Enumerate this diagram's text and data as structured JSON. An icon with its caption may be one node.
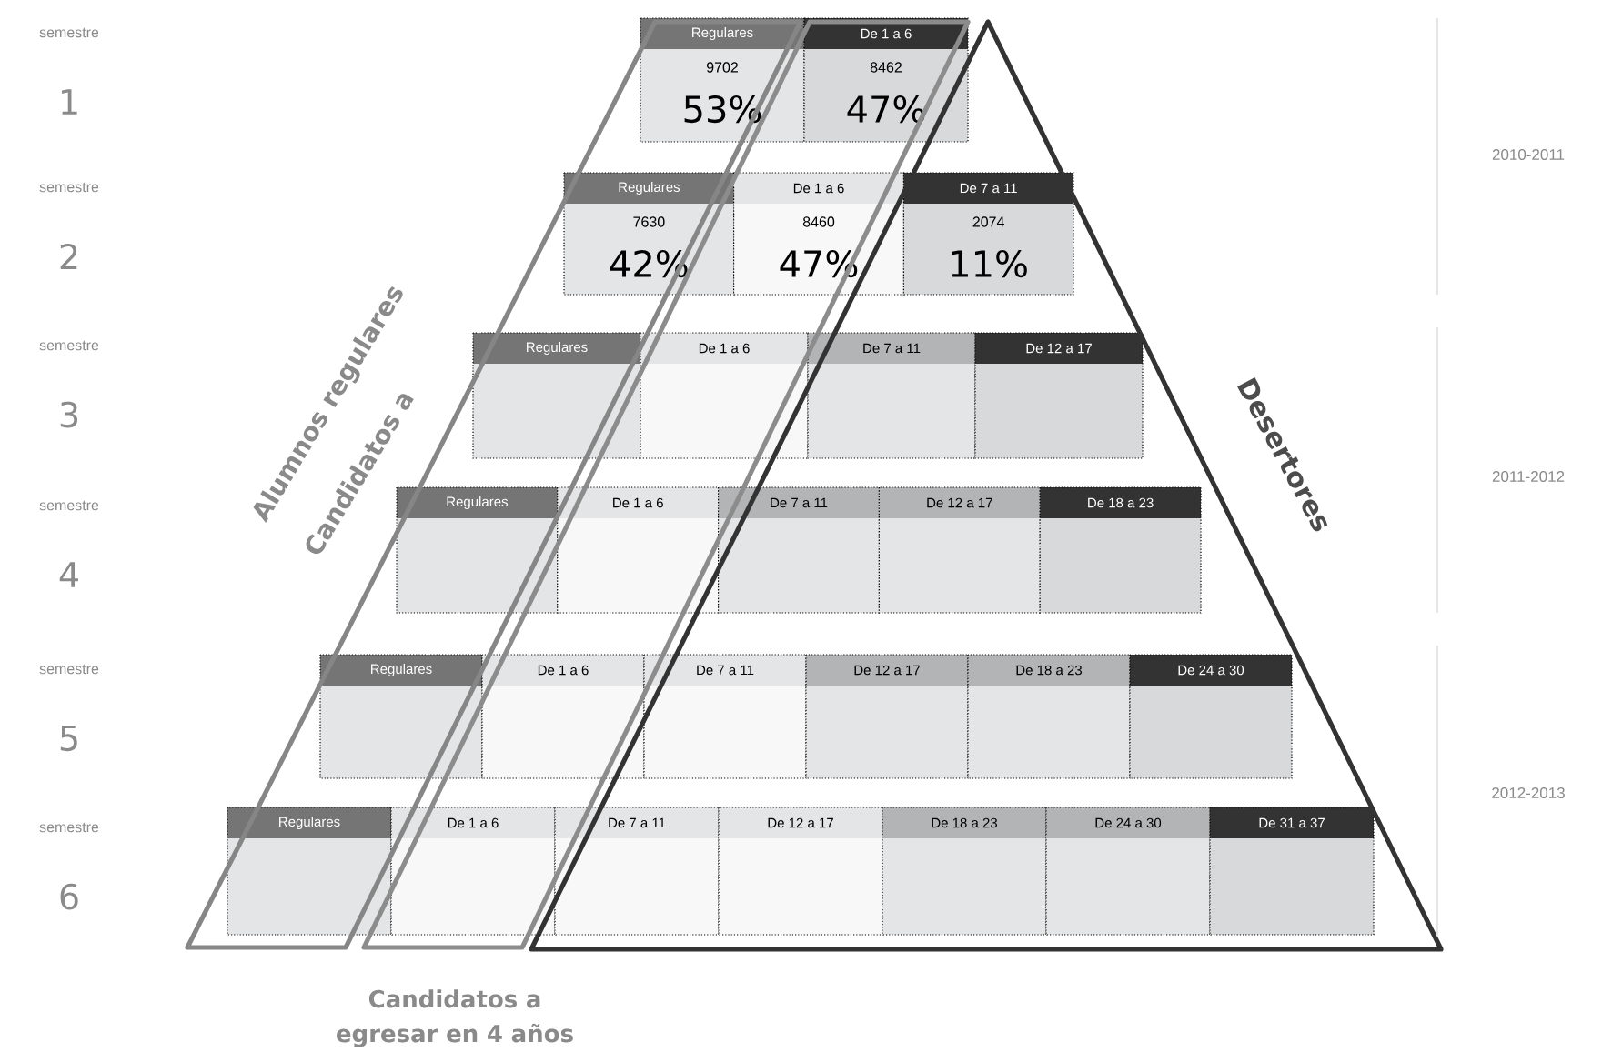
{
  "diagram": {
    "nodes": [
      {
        "text": [
          "Regulares",
          "9702",
          "53%"
        ]
      },
      {
        "text": [
          "De 1 a 6",
          "8462",
          "47%"
        ]
      },
      {
        "text": [
          "Regulares",
          "7630",
          "42%"
        ]
      },
      {
        "text": [
          "De 1 a 6",
          "8460",
          "47%"
        ]
      },
      {
        "text": [
          "De 7 a 11",
          "2074",
          "11%"
        ]
      },
      {
        "text": [
          "Regulares"
        ]
      },
      {
        "text": [
          "De 1 a 6"
        ]
      },
      {
        "text": [
          "De 7 a 11"
        ]
      },
      {
        "text": [
          "De 12 a 17"
        ]
      },
      {
        "text": [
          "Regulares"
        ]
      },
      {
        "text": [
          "De 1 a 6"
        ]
      },
      {
        "text": [
          "De 7 a 11"
        ]
      },
      {
        "text": [
          "De 12 a 17"
        ]
      },
      {
        "text": [
          "De 18 a 23"
        ]
      },
      {
        "text": [
          "Regulares"
        ]
      },
      {
        "text": [
          "De 1 a 6"
        ]
      },
      {
        "text": [
          "De 7 a 11"
        ]
      },
      {
        "text": [
          "De 12 a 17"
        ]
      },
      {
        "text": [
          "De 18 a 23"
        ]
      },
      {
        "text": [
          "De 24 a 30"
        ]
      },
      {
        "text": [
          "Regulares"
        ]
      },
      {
        "text": [
          "De 1 a 6"
        ]
      },
      {
        "text": [
          "De 7 a 11"
        ]
      },
      {
        "text": [
          "De 12 a 17"
        ]
      },
      {
        "text": [
          "De 18 a 23"
        ]
      },
      {
        "text": [
          "De 24 a 30"
        ]
      },
      {
        "text": [
          "De 31 a 37"
        ]
      }
    ],
    "edges": [],
    "labels": [
      "semestre",
      "1",
      "semestre",
      "2",
      "semestre",
      "3",
      "semestre",
      "4",
      "semestre",
      "5",
      "semestre",
      "6",
      "2010-2011",
      "2011-2012",
      "2012-2013",
      "Alumnos regulares",
      "Candidatos a",
      "Desertores",
      "Candidatos a egresar en 4 años"
    ]
  }
}
